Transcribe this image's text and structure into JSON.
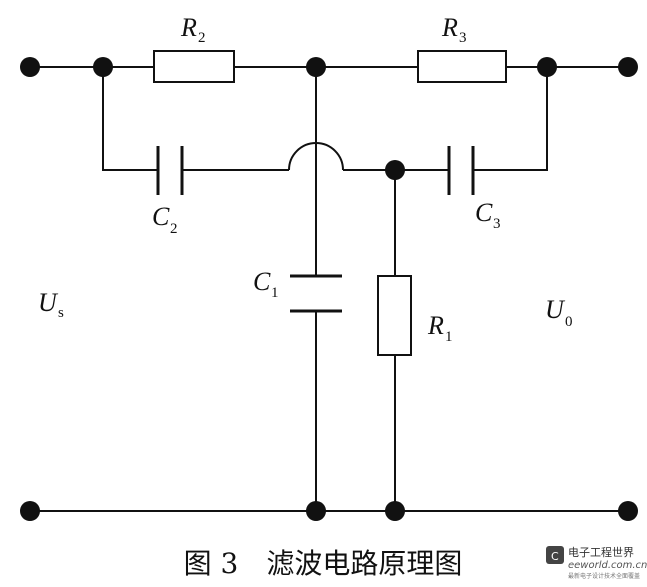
{
  "components": {
    "R1": {
      "symbol": "R",
      "sub": "1"
    },
    "R2": {
      "symbol": "R",
      "sub": "2"
    },
    "R3": {
      "symbol": "R",
      "sub": "3"
    },
    "C1": {
      "symbol": "C",
      "sub": "1"
    },
    "C2": {
      "symbol": "C",
      "sub": "2"
    },
    "C3": {
      "symbol": "C",
      "sub": "3"
    }
  },
  "ports": {
    "input": {
      "symbol": "U",
      "sub": "s"
    },
    "output": {
      "symbol": "U",
      "sub": "0"
    }
  },
  "caption": "图 3　滤波电路原理图",
  "watermark": {
    "brand": "电子工程世界",
    "url": "eeworld.com.cn",
    "tagline": "最新电子设计技术全面覆盖"
  }
}
